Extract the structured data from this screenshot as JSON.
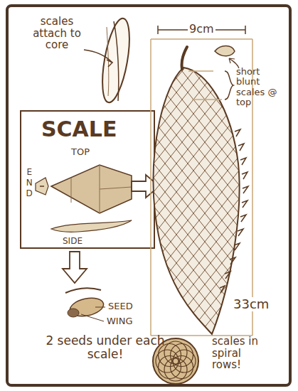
{
  "diagram": {
    "nodes": [
      {
        "text": [
          "SCALE",
          "TOP",
          "END",
          "SIDE"
        ]
      }
    ],
    "labels": [
      "scales attach to core",
      "9cm",
      "short blunt scales @ top",
      "33cm",
      "SEED",
      "WING",
      "2 seeds under each scale!",
      "scales in spiral rows!"
    ]
  }
}
